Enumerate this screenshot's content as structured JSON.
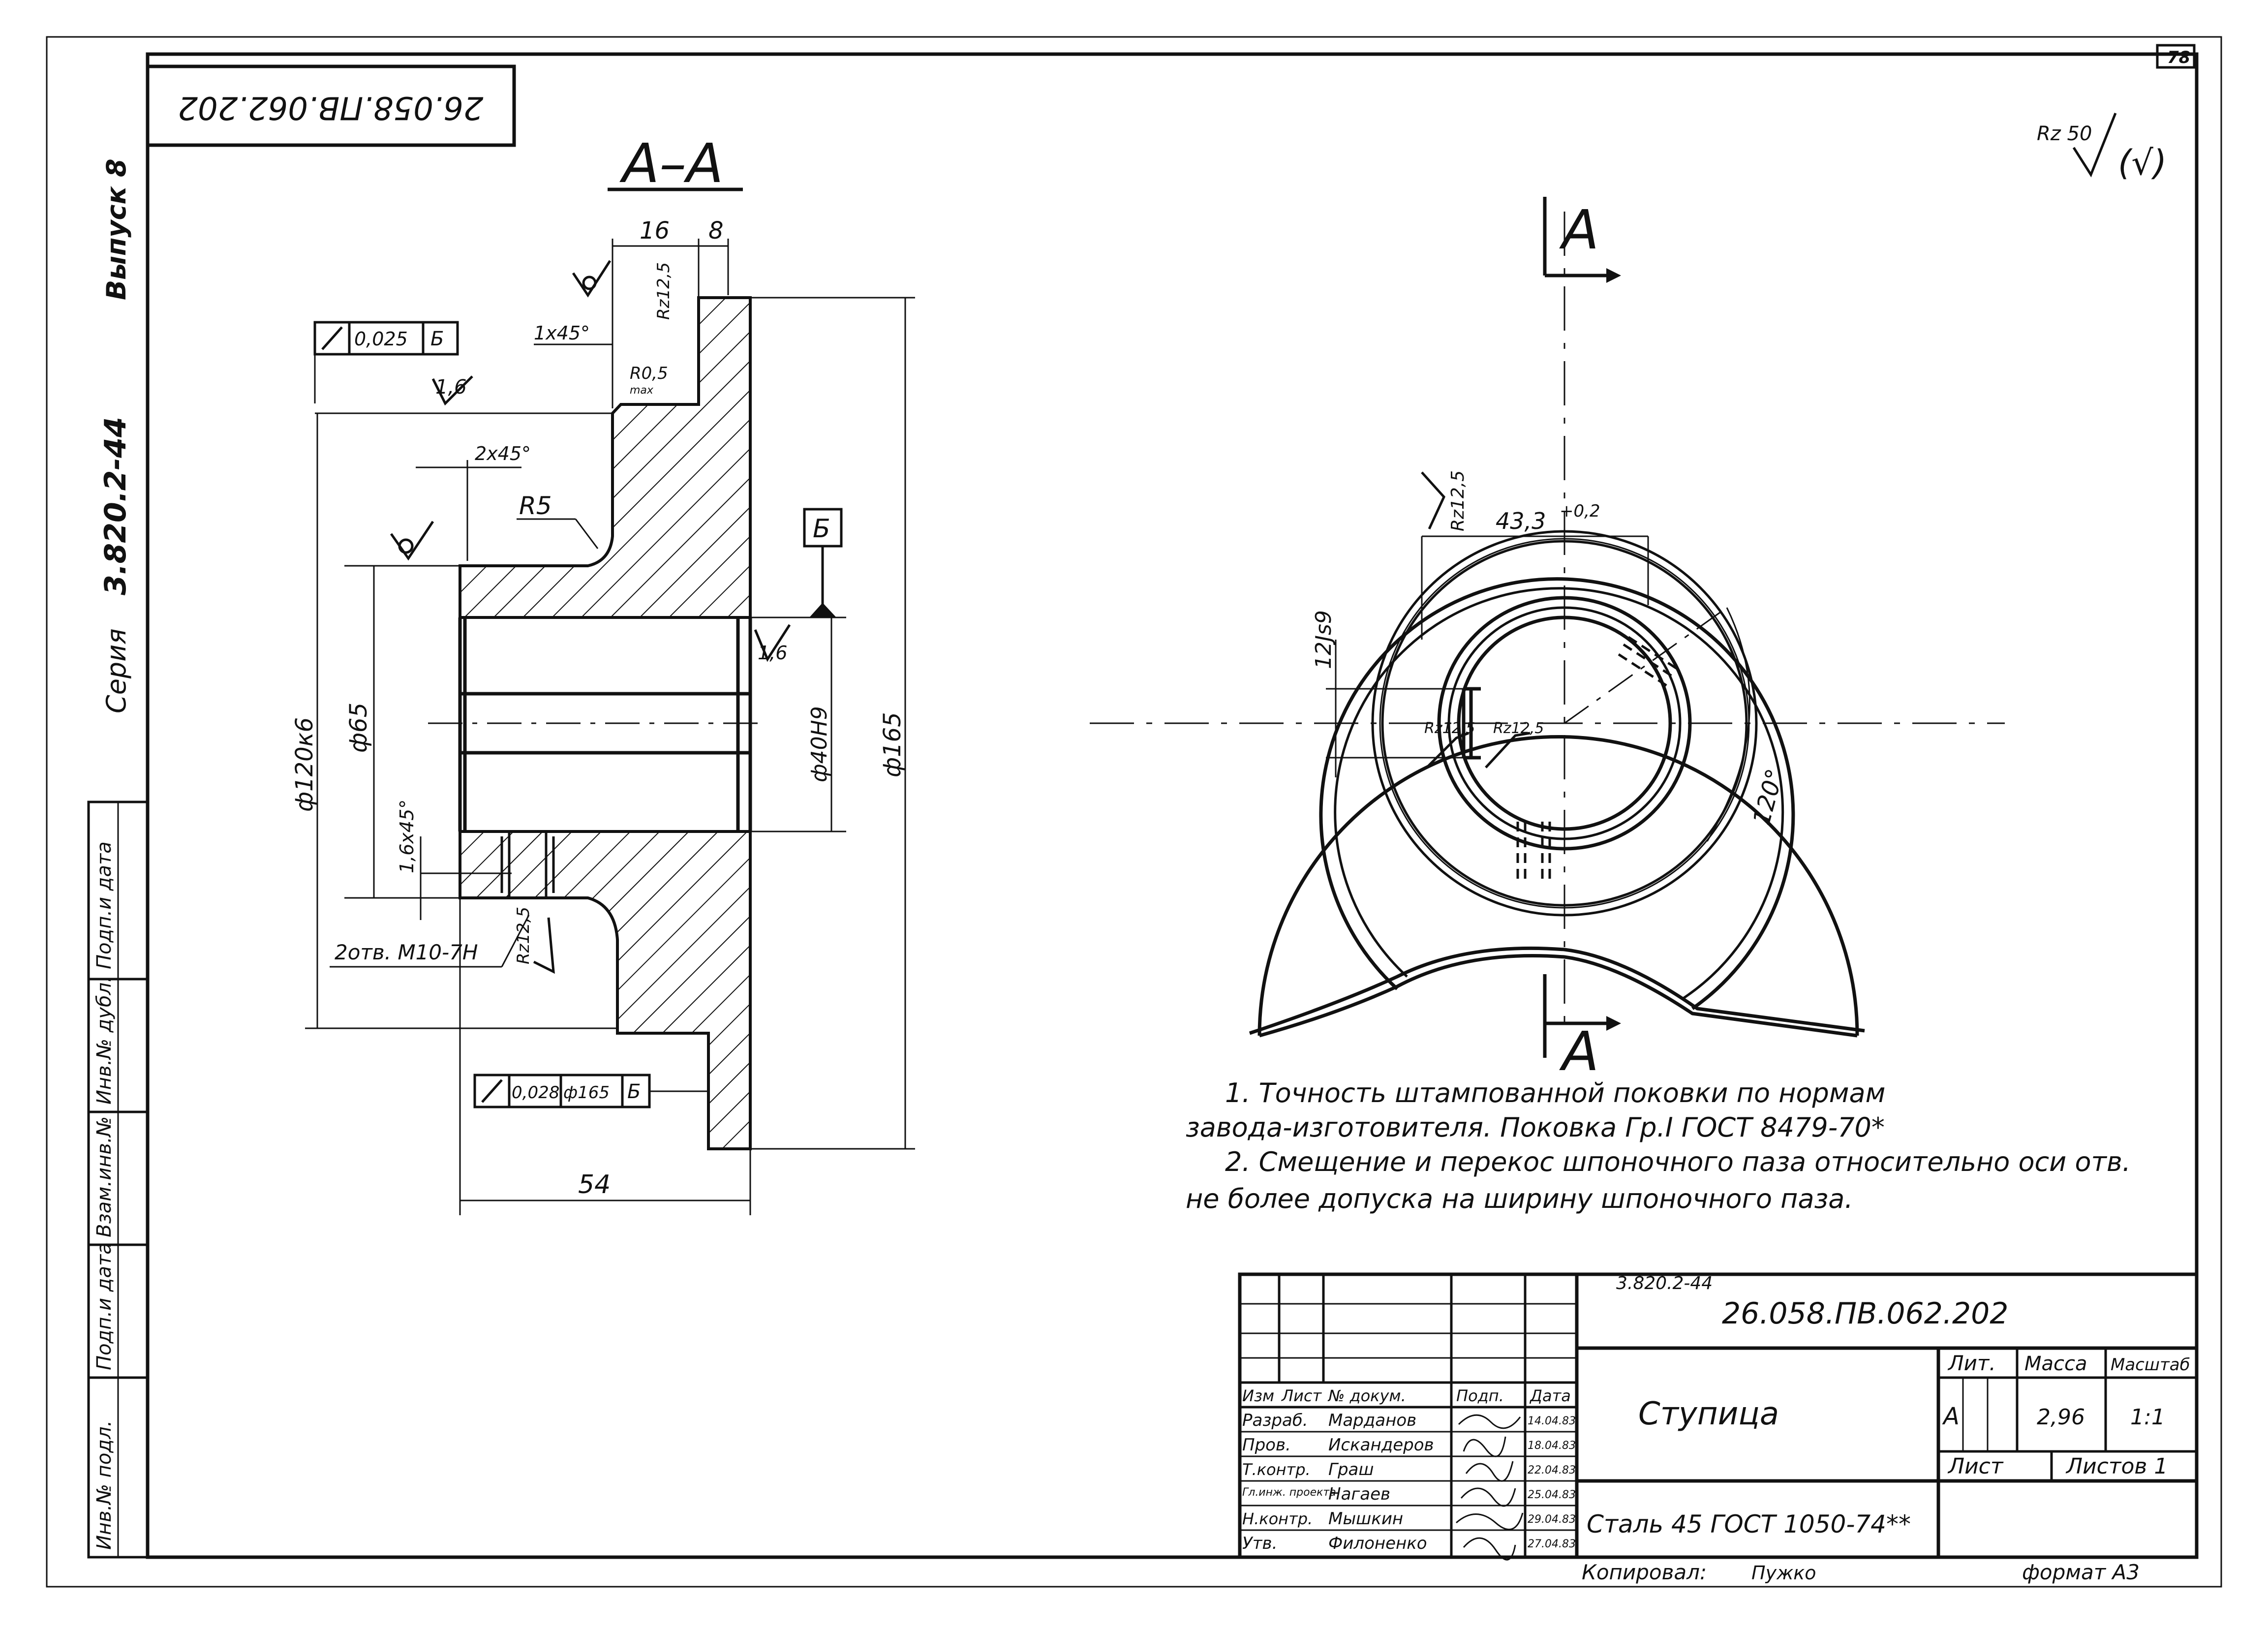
{
  "page": {
    "sheet_number": "78"
  },
  "doc_code_rotated": "26.058.ПВ.062.202",
  "series_block": {
    "series_label": "Серия",
    "series_code": "3.820.2-44",
    "issue": "Выпуск 8"
  },
  "side_stamp": [
    "Инв.№ подл.",
    "Подп.и дата",
    "Взам.инв.№",
    "Инв.№ дубл.",
    "Подп.и дата"
  ],
  "section": {
    "title": "А–А",
    "dims": {
      "w16": "16",
      "w8": "8",
      "rz_top": "Rz12,5",
      "chamfer_top": "1x45°",
      "r05": "R0,5",
      "r05_sub": "max",
      "runout_tol": "0,025",
      "runout_base": "Б",
      "rough_16a": "1,6",
      "chamfer_2": "2x45°",
      "r5": "R5",
      "base_label": "Б",
      "rough_16b": "1,6",
      "dia120": "ф120к6",
      "dia65": "ф65",
      "dia40": "ф40H9",
      "dia165": "ф165",
      "chamfer_16": "1,6x45°",
      "rz_hole": "Rz12,5",
      "holes": "2отв. М10-7Н",
      "runout2_tol": "0,028",
      "runout2_dia": "ф165",
      "runout2_base": "Б",
      "len54": "54"
    }
  },
  "front_view": {
    "cut_label_top": "А",
    "cut_label_bottom": "А",
    "rz_key": "Rz12,5",
    "keyway_width": "43,3",
    "keyway_tol": "+0,2",
    "keyway_js": "12Js9",
    "rz_left": "Rz12,5",
    "rz_right": "Rz12,5",
    "angle": "120°"
  },
  "roughness_general": {
    "value": "Rz 50",
    "paren": "(√)"
  },
  "notes": [
    "1. Точность штампованной поковки по нормам",
    "завода-изготовителя. Поковка Гр.I ГОСТ 8479-70*",
    "2. Смещение и перекос шпоночного паза относительно оси отв.",
    "не более допуска на ширину шпоночного паза."
  ],
  "title_block": {
    "series": "3.820.2-44",
    "code": "26.058.ПВ.062.202",
    "part_name": "Ступица",
    "material": "Сталь 45 ГОСТ 1050-74**",
    "headers": [
      "Изм",
      "Лист",
      "№ докум.",
      "Подп.",
      "Дата"
    ],
    "rows": [
      {
        "role": "Разраб.",
        "name": "Марданов",
        "date": "14.04.83"
      },
      {
        "role": "Пров.",
        "name": "Искандеров",
        "date": "18.04.83"
      },
      {
        "role": "Т.контр.",
        "name": "Граш",
        "date": "22.04.83"
      },
      {
        "role": "Гл.инж. проекта",
        "name": "Нагаев",
        "date": "25.04.83"
      },
      {
        "role": "Н.контр.",
        "name": "Мышкин",
        "date": "29.04.83"
      },
      {
        "role": "Утв.",
        "name": "Филоненко",
        "date": "27.04.83"
      }
    ],
    "lit_label": "Лит.",
    "lit_value": "А",
    "mass_label": "Масса",
    "mass_value": "2,96",
    "scale_label": "Масштаб",
    "scale_value": "1:1",
    "sheet_label": "Лист",
    "sheets_label": "Листов 1",
    "copied_label": "Копировал:",
    "copied_name": "Пужко",
    "format_label": "формат А3"
  }
}
